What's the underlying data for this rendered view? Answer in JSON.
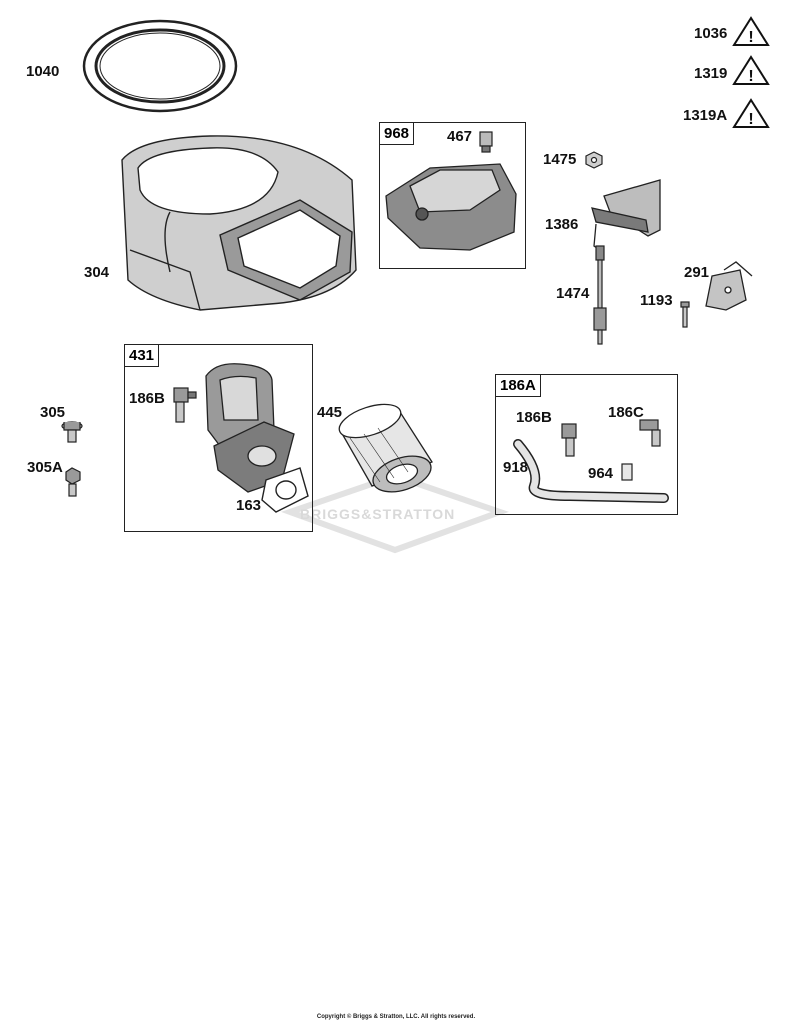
{
  "watermark": "BRIGGS&STRATTON",
  "copyright": "Copyright © Briggs & Stratton, LLC. All rights reserved.",
  "warnings": [
    "1036",
    "1319",
    "1319A"
  ],
  "boxes": {
    "b968": "968",
    "b431": "431",
    "b186a": "186A"
  },
  "labels": {
    "p1040": "1040",
    "p304": "304",
    "p467": "467",
    "p1475": "1475",
    "p1386": "1386",
    "p291": "291",
    "p1474": "1474",
    "p1193": "1193",
    "p305": "305",
    "p305a": "305A",
    "p186b_1": "186B",
    "p163": "163",
    "p445": "445",
    "p186b_2": "186B",
    "p186c": "186C",
    "p918": "918",
    "p964": "964"
  }
}
